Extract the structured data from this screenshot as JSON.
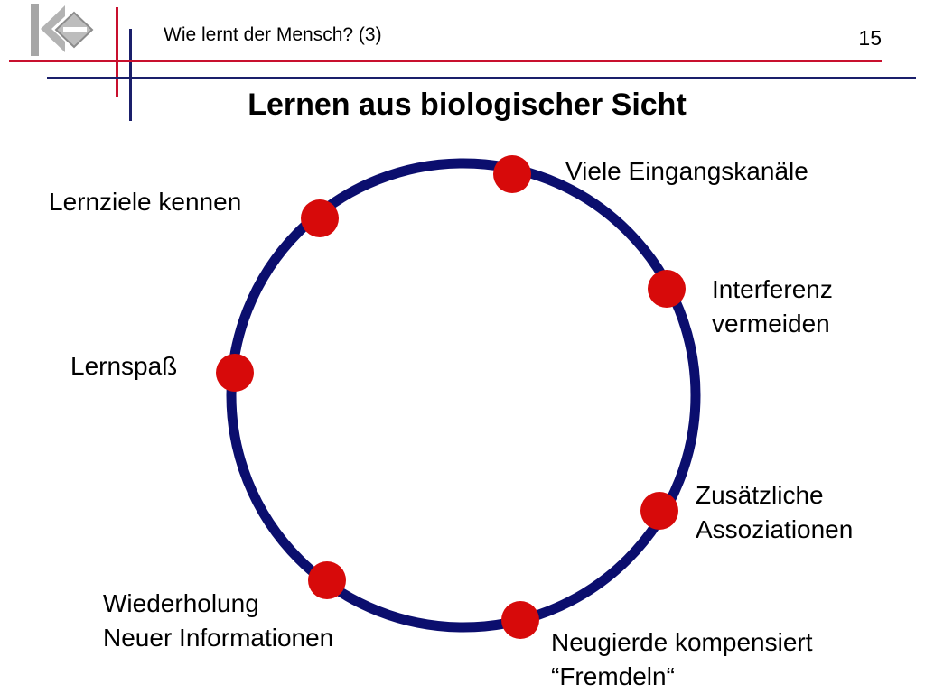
{
  "header": {
    "title": "Wie lernt der Mensch? (3)",
    "page_number": "15"
  },
  "slide": {
    "title": "Lernen aus biologischer Sicht"
  },
  "cycle": {
    "items": [
      {
        "lines": [
          "Viele Eingangskanäle"
        ]
      },
      {
        "lines": [
          "Interferenz",
          "vermeiden"
        ]
      },
      {
        "lines": [
          "Zusätzliche",
          "Assoziationen"
        ]
      },
      {
        "lines": [
          "Neugierde kompensiert",
          "“Fremdeln“"
        ]
      },
      {
        "lines": [
          "Wiederholung",
          "Neuer Informationen"
        ]
      },
      {
        "lines": [
          "Lernspaß"
        ]
      },
      {
        "lines": [
          "Lernziele kennen"
        ]
      }
    ]
  },
  "colors": {
    "circle_stroke": "#0b0e6e",
    "node_fill": "#d70a0a",
    "accent_red": "#c8102e",
    "accent_navy": "#1a1f6b",
    "logo_gray": "#9a9a9a"
  }
}
